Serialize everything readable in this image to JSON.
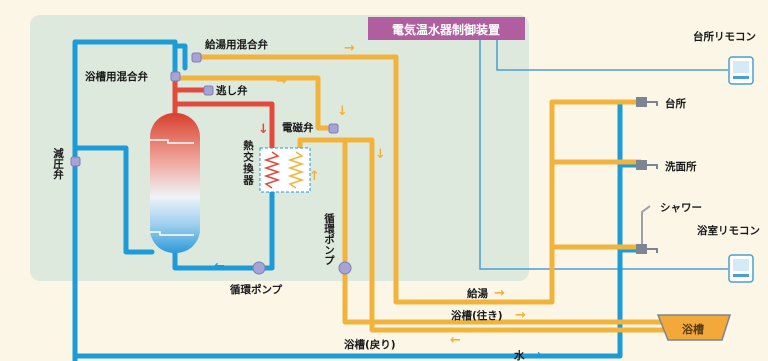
{
  "colors": {
    "background": "#fbf6e6",
    "unit_panel": "#dde9dc",
    "cold_pipe": "#1d9bd7",
    "hot_pipe": "#f2b33d",
    "boiling_pipe": "#e44a3c",
    "valve": "#a6a4d4",
    "controller_header": "#b05ea0",
    "signal_line": "#4a9fd0",
    "tub": "#f2a93a"
  },
  "title": "電気温水器制御装置",
  "labels": {
    "supply_mixing_valve": "給湯用混合弁",
    "bath_mixing_valve": "浴槽用混合弁",
    "relief_valve": "逃し弁",
    "solenoid_valve": "電磁弁",
    "heat_exchanger": "熱交換器",
    "pressure_reducing_valve": "減圧弁",
    "circulation_pump_bottom": "循環ポンプ",
    "circulation_pump_side": "循環ポンプ",
    "kitchen": "台所",
    "washroom": "洗面所",
    "shower": "シャワー",
    "kitchen_remote": "台所リモコン",
    "bathroom_remote": "浴室リモコン",
    "hot_supply": "給湯",
    "bath_out": "浴槽(往き)",
    "bath_return": "浴槽(戻り)",
    "water": "水",
    "bathtub": "浴槽"
  },
  "icons": {
    "flow_arrow": "arrow",
    "faucet": "faucet-icon",
    "remote": "remote-control-icon"
  }
}
